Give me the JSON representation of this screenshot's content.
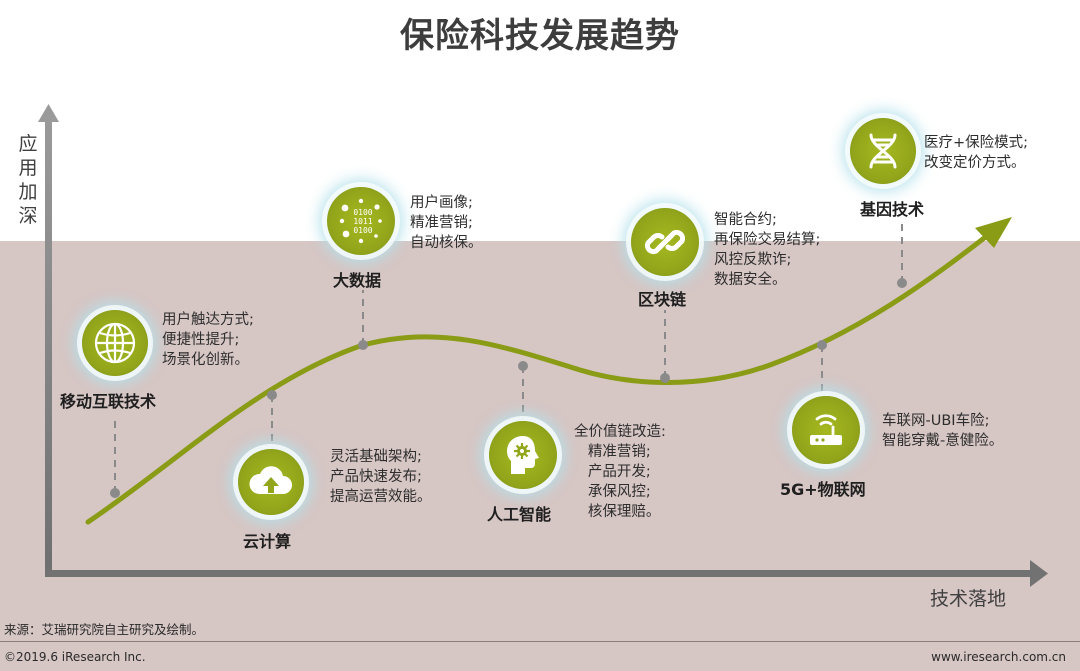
{
  "title": "保险科技发展趋势",
  "axes": {
    "y_label": "应用加深",
    "x_label": "技术落地"
  },
  "technologies": [
    {
      "id": "mobile-internet",
      "name": "移动互联技术",
      "icon": "globe-icon",
      "description": "用户触达方式;\n便捷性提升;\n场景化创新。"
    },
    {
      "id": "cloud-computing",
      "name": "云计算",
      "icon": "cloud-upload-icon",
      "description": "灵活基础架构;\n产品快速发布;\n提高运营效能。"
    },
    {
      "id": "big-data",
      "name": "大数据",
      "icon": "binary-data-icon",
      "description": "用户画像;\n精准营销;\n自动核保。"
    },
    {
      "id": "ai",
      "name": "人工智能",
      "icon": "brain-gear-icon",
      "description": "全价值链改造:\n   精准营销;\n   产品开发;\n   承保风控;\n   核保理赔。"
    },
    {
      "id": "blockchain",
      "name": "区块链",
      "icon": "chain-link-icon",
      "description": "智能合约;\n再保险交易结算;\n风控反欺诈;\n数据安全。"
    },
    {
      "id": "5g-iot",
      "name": "5G+物联网",
      "icon": "wifi-router-icon",
      "description": "车联网-UBI车险;\n智能穿戴-意健险。"
    },
    {
      "id": "genetics",
      "name": "基因技术",
      "icon": "dna-icon",
      "description": "医疗+保险模式;\n改变定价方式。"
    }
  ],
  "icon_bindings": {
    "globe": "globe-icon",
    "cloud": "cloud-upload-icon",
    "data": "binary-data-icon",
    "ai": "brain-gear-icon",
    "chain": "chain-link-icon",
    "iot": "wifi-router-icon",
    "dna": "dna-icon"
  },
  "binary_digits": [
    "0100",
    "1011",
    "0100"
  ],
  "colors": {
    "curve": "#8a9b16",
    "icon": "#93a61b",
    "axis": "#777777",
    "band": "#d6c6c4"
  },
  "footer": {
    "source": "来源：艾瑞研究院自主研究及绘制。",
    "copyright": "©2019.6 iResearch Inc.",
    "website": "www.iresearch.com.cn"
  }
}
